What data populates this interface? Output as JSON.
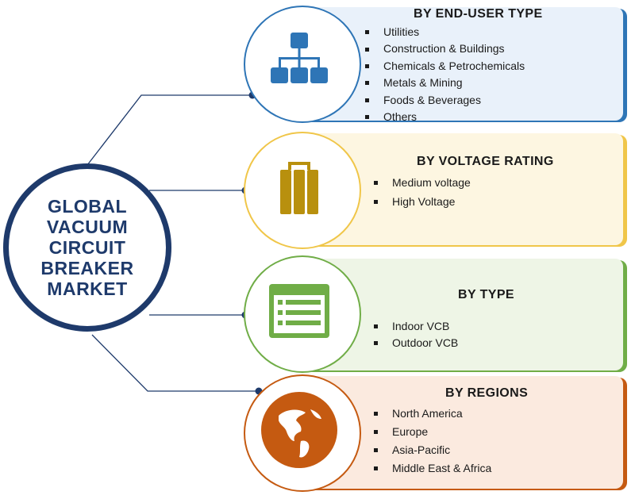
{
  "hub": {
    "lines": [
      "GLOBAL",
      "VACUUM",
      "CIRCUIT",
      "BREAKER",
      "MARKET"
    ]
  },
  "segments": [
    {
      "title": "BY END-USER  TYPE",
      "items": [
        "Utilities",
        "Construction & Buildings",
        "Chemicals & Petrochemicals",
        "Metals & Mining",
        "Foods & Beverages",
        "Others"
      ],
      "icon": "hierarchy-icon",
      "accent": "#2e75b6",
      "fill": "#e9f1fa"
    },
    {
      "title": "BY VOLTAGE RATING",
      "items": [
        "Medium voltage",
        "High Voltage"
      ],
      "icon": "briefcase-icon",
      "accent": "#f0c649",
      "fill": "#fdf6e1"
    },
    {
      "title": "BY TYPE",
      "items": [
        "Indoor VCB",
        "Outdoor VCB"
      ],
      "icon": "list-window-icon",
      "accent": "#70ad47",
      "fill": "#eef5e6"
    },
    {
      "title": "BY REGIONS",
      "items": [
        "North America",
        "Europe",
        "Asia-Pacific",
        "Middle East & Africa"
      ],
      "icon": "globe-icon",
      "accent": "#c55a11",
      "fill": "#fbeadf"
    }
  ],
  "colors": {
    "hub_ring": "#1e3a6b",
    "connector": "#1e3a6b"
  }
}
